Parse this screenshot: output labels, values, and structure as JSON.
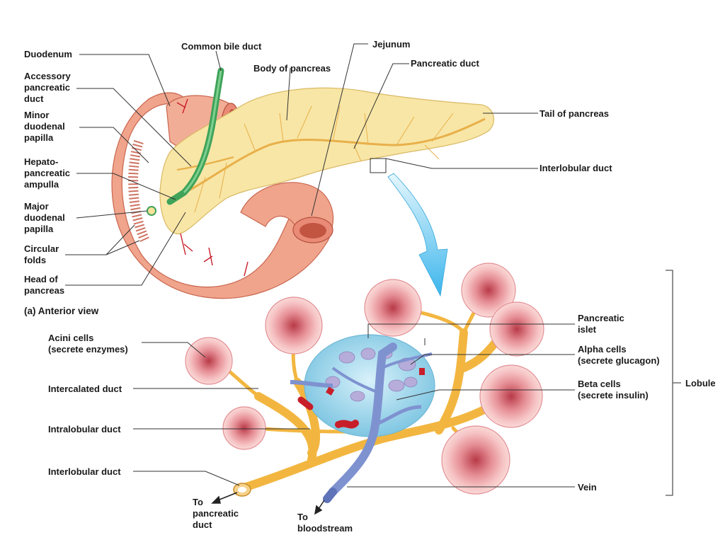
{
  "diagram": {
    "caption": "(a) Anterior view",
    "labels": {
      "duodenum": "Duodenum",
      "common_bile_duct": "Common bile duct",
      "jejunum": "Jejunum",
      "body_of_pancreas": "Body of pancreas",
      "pancreatic_duct": "Pancreatic duct",
      "accessory_pancreatic_duct": [
        "Accessory",
        "pancreatic",
        "duct"
      ],
      "minor_duodenal_papilla": [
        "Minor",
        "duodenal",
        "papilla"
      ],
      "tail_of_pancreas": "Tail of pancreas",
      "hepatopancreatic_ampulla": [
        "Hepato-",
        "pancreatic",
        "ampulla"
      ],
      "interlobular_duct_top": "Interlobular duct",
      "major_duodenal_papilla": [
        "Major",
        "duodenal",
        "papilla"
      ],
      "circular_folds": [
        "Circular",
        "folds"
      ],
      "head_of_pancreas": [
        "Head of",
        "pancreas"
      ],
      "acini_cells": [
        "Acini cells",
        "(secrete enzymes)"
      ],
      "pancreatic_islet": [
        "Pancreatic",
        "islet"
      ],
      "alpha_cells": [
        "Alpha cells",
        "(secrete glucagon)"
      ],
      "beta_cells": [
        "Beta cells",
        "(secrete insulin)"
      ],
      "lobule": "Lobule",
      "intercalated_duct": "Intercalated duct",
      "intralobular_duct": "Intralobular duct",
      "interlobular_duct_bottom": "Interlobular duct",
      "vein": "Vein",
      "to_pancreatic_duct": [
        "To",
        "pancreatic",
        "duct"
      ],
      "to_bloodstream": [
        "To",
        "bloodstream"
      ]
    },
    "colors": {
      "pancreas": "#f8e6a6",
      "pancreas_edge": "#e3c46e",
      "duodenum": "#f0a48c",
      "duodenum_dark": "#d9715e",
      "bile_duct": "#3fa35a",
      "duct": "#f2b640",
      "acinus": "#f4b3b6",
      "acinus_core": "#c84a55",
      "islet": "#a9dcef",
      "vein": "#7f92d0",
      "artery": "#c81e2a",
      "arrow": "#5bc4ee"
    }
  }
}
